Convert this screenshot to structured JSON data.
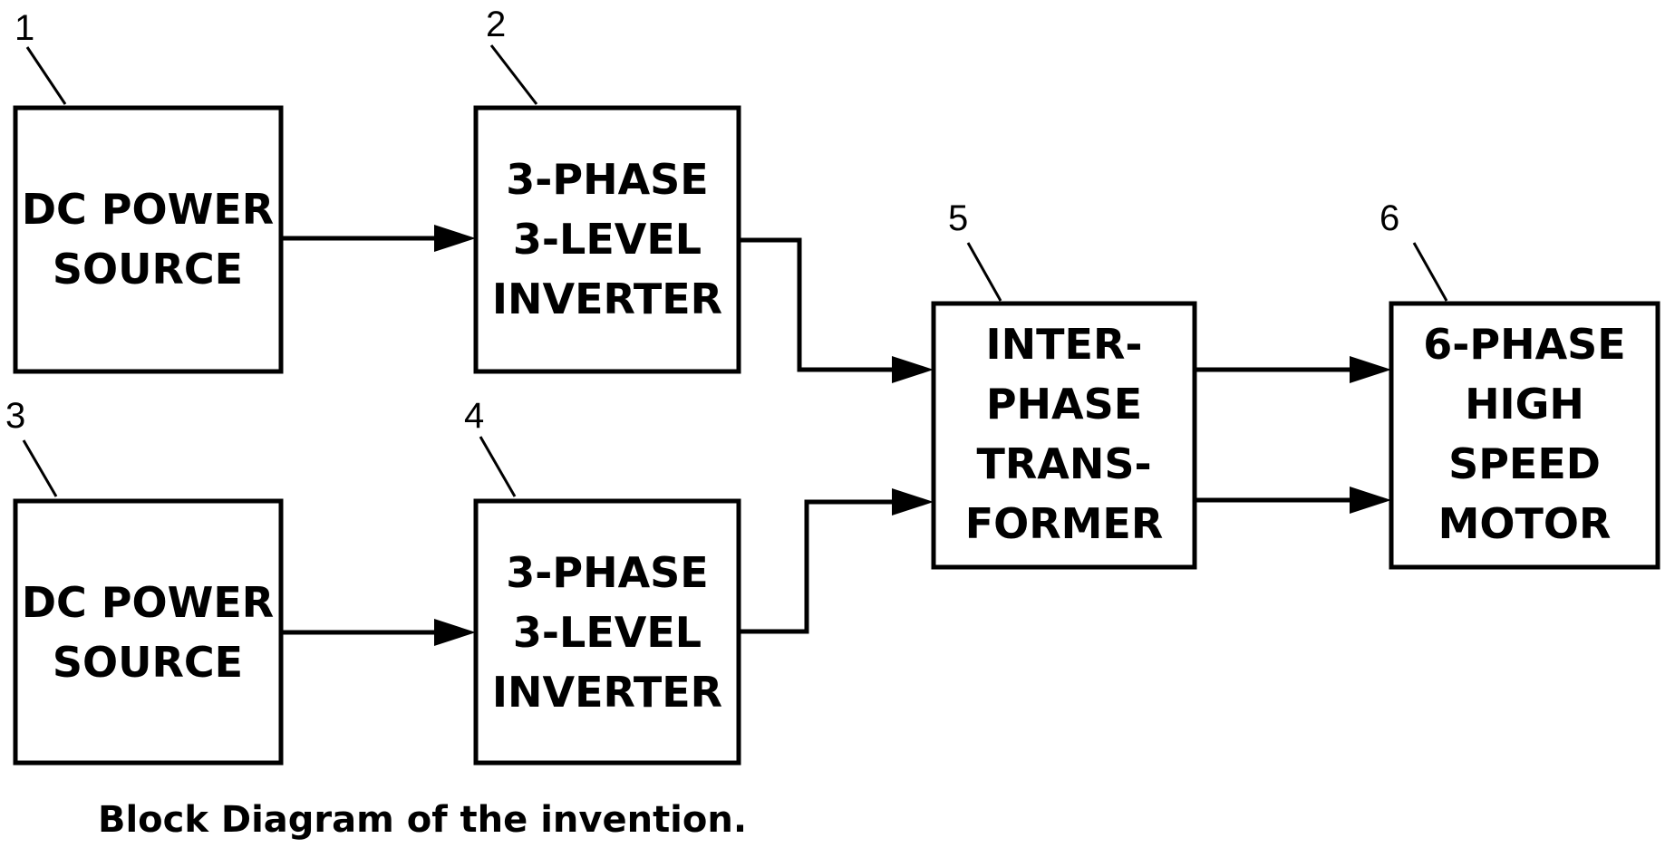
{
  "caption": "Block Diagram of the invention.",
  "blocks": [
    {
      "ref": "1",
      "lines": [
        "DC POWER",
        "SOURCE"
      ]
    },
    {
      "ref": "2",
      "lines": [
        "3-PHASE",
        "3-LEVEL",
        "INVERTER"
      ]
    },
    {
      "ref": "3",
      "lines": [
        "DC POWER",
        "SOURCE"
      ]
    },
    {
      "ref": "4",
      "lines": [
        "3-PHASE",
        "3-LEVEL",
        "INVERTER"
      ]
    },
    {
      "ref": "5",
      "lines": [
        "INTER-",
        "PHASE",
        "TRANS-",
        "FORMER"
      ]
    },
    {
      "ref": "6",
      "lines": [
        "6-PHASE",
        "HIGH",
        "SPEED",
        "MOTOR"
      ]
    }
  ],
  "connections": [
    {
      "from": "1",
      "to": "2"
    },
    {
      "from": "3",
      "to": "4"
    },
    {
      "from": "2",
      "to": "5"
    },
    {
      "from": "4",
      "to": "5"
    },
    {
      "from": "5",
      "to": "6"
    },
    {
      "from": "5",
      "to": "6"
    }
  ]
}
